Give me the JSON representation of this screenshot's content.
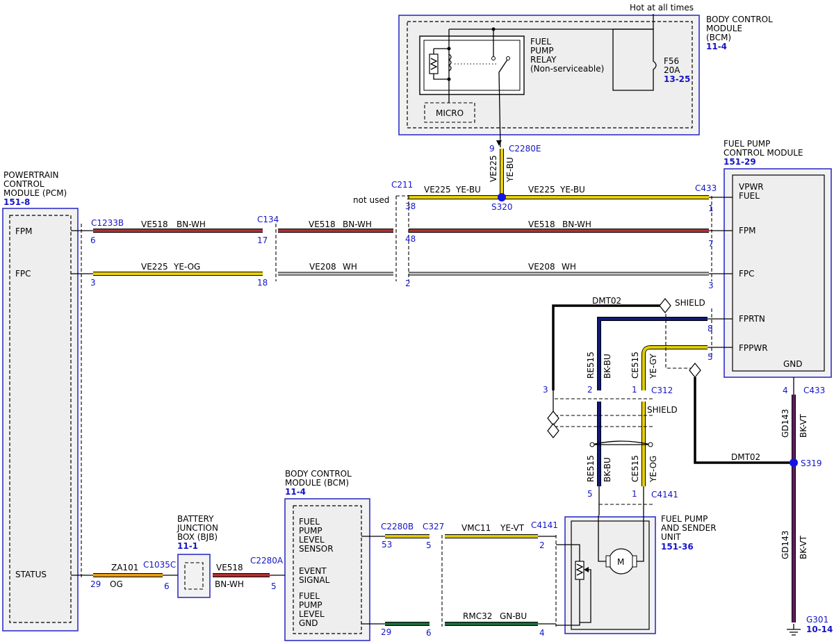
{
  "colors": {
    "BN-WH": "#b03030",
    "YE-BU": "#e8d000",
    "YE-OG": "#e8d000",
    "WH": "#c8c8c8",
    "BK-BU": "#101878",
    "YE-GY": "#e0d000",
    "BK-VT": "#5a1f5a",
    "OG": "#e89a10",
    "YE-VT": "#e0c800",
    "GN-BU": "#1a6a3a",
    "BLACK": "#000000"
  },
  "bcm_top": {
    "title": [
      "BODY CONTROL",
      "MODULE",
      "(BCM)"
    ],
    "ref": "11-4",
    "hot": "Hot at all times",
    "relay": [
      "FUEL",
      "PUMP",
      "RELAY",
      "(Non-serviceable)"
    ],
    "fuse": [
      "F56",
      "20A"
    ],
    "fuse_ref": "13-25",
    "micro": "MICRO"
  },
  "pcm": {
    "title": [
      "POWERTRAIN",
      "CONTROL",
      "MODULE (PCM)"
    ],
    "ref": "151-8",
    "pins": [
      "FPM",
      "FPC",
      "STATUS"
    ]
  },
  "fpcm": {
    "title": [
      "FUEL PUMP",
      "CONTROL MODULE"
    ],
    "ref": "151-29",
    "pins": [
      "VPWR",
      "FUEL",
      "FPM",
      "FPC",
      "FPRTN",
      "FPPWR",
      "GND"
    ]
  },
  "bjb": {
    "title": [
      "BATTERY",
      "JUNCTION",
      "BOX (BJB)"
    ],
    "ref": "11-1"
  },
  "bcm_bottom": {
    "title": [
      "BODY CONTROL",
      "MODULE (BCM)"
    ],
    "ref": "11-4",
    "lines": [
      "FUEL",
      "PUMP",
      "LEVEL",
      "SENSOR",
      "EVENT",
      "SIGNAL",
      "FUEL",
      "PUMP",
      "LEVEL",
      "GND"
    ]
  },
  "sender": {
    "title": [
      "FUEL PUMP",
      "AND SENDER",
      "UNIT"
    ],
    "ref": "151-36",
    "motor": "M"
  },
  "connectors": {
    "c2280e": "C2280E",
    "c211": "C211",
    "c433": "C433",
    "c1233b": "C1233B",
    "c134": "C134",
    "c312": "C312",
    "c4141": "C4141",
    "s320": "S320",
    "s319": "S319",
    "c2280b": "C2280B",
    "c327": "C327",
    "c1035c": "C1035C",
    "c2280a": "C2280A",
    "g301": "G301",
    "g301_ref": "10-14"
  },
  "pins": {
    "p9": "9",
    "p38": "38",
    "p1a": "1",
    "p6": "6",
    "p17": "17",
    "p48": "48",
    "p7": "7",
    "p3a": "3",
    "p18": "18",
    "p2a": "2",
    "p3b": "3",
    "p8": "8",
    "p5a": "5",
    "p4a": "4",
    "p3c": "3",
    "p2b": "2",
    "p1b": "1",
    "p5b": "5",
    "p1c": "1",
    "p53": "53",
    "p5c": "5",
    "p2c": "2",
    "p29a": "29",
    "p6b": "6",
    "p4b": "4",
    "p29b": "29",
    "p6c": "6",
    "p5d": "5"
  },
  "wires": {
    "ve225_v": "VE225",
    "yebu_v": "YE-BU",
    "ve225_a": "VE225",
    "yebu_a": "YE-BU",
    "ve225_b": "VE225",
    "yebu_b": "YE-BU",
    "notused": "not used",
    "ve518_a": "VE518",
    "bnwh_a": "BN-WH",
    "ve518_b": "VE518",
    "bnwh_b": "BN-WH",
    "ve518_c": "VE518",
    "bnwh_c": "BN-WH",
    "ve225_c": "VE225",
    "yeog_c": "YE-OG",
    "ve208_a": "VE208",
    "wh_a": "WH",
    "ve208_b": "VE208",
    "wh_b": "WH",
    "dmt02_a": "DMT02",
    "shield_a": "SHIELD",
    "shield_b": "SHIELD",
    "dmt02_b": "DMT02",
    "re515_a": "RE515",
    "bkbu_a": "BK-BU",
    "ce515_a": "CE515",
    "yegy_a": "YE-GY",
    "re515_b": "RE515",
    "bkbu_b": "BK-BU",
    "ce515_b": "CE515",
    "yeog_b": "YE-OG",
    "gd143_a": "GD143",
    "bkvt_a": "BK-VT",
    "gd143_b": "GD143",
    "bkvt_b": "BK-VT",
    "vmc11": "VMC11",
    "yevt": "YE-VT",
    "rmc32": "RMC32",
    "gnbu": "GN-BU",
    "za101": "ZA101",
    "og": "OG",
    "ve518_d": "VE518",
    "bnwh_d": "BN-WH"
  }
}
